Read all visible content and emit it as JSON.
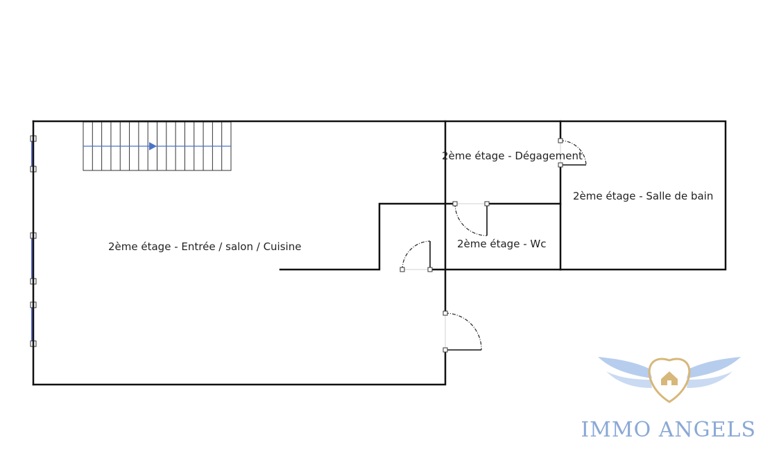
{
  "rooms": {
    "salon": "2ème étage - Entrée / salon / Cuisine",
    "degagement": "2ème étage - Dégagement",
    "salle_de_bain": "2ème étage - Salle de bain",
    "wc": "2ème étage - Wc"
  },
  "brand": {
    "name": "IMMO ANGELS",
    "colors": {
      "text": "#8aa8d6",
      "wing": "#a9c4ea",
      "heart": "#d7b77a"
    }
  },
  "colors": {
    "wall": "#111111",
    "window": "#5468d4",
    "stair_arrow": "#4a74c9"
  }
}
